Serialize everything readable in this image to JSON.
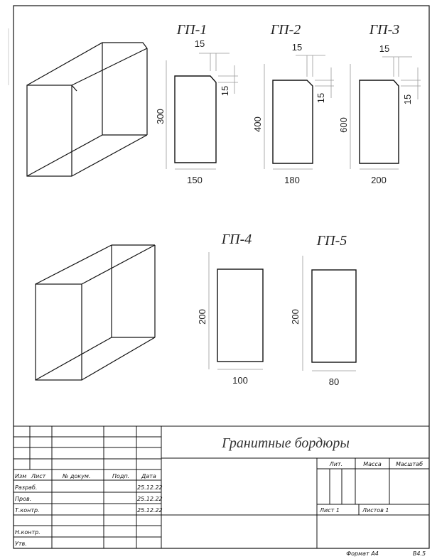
{
  "drawing": {
    "title": "Гранитные бордюры",
    "format": "Формат А4",
    "code": "В4.5"
  },
  "parts": [
    {
      "id": "gp1",
      "label": "ГП-1",
      "height": "300",
      "width": "150",
      "chamfer_h": "15",
      "chamfer_v": "15"
    },
    {
      "id": "gp2",
      "label": "ГП-2",
      "height": "400",
      "width": "180",
      "chamfer_h": "15",
      "chamfer_v": "15"
    },
    {
      "id": "gp3",
      "label": "ГП-3",
      "height": "600",
      "width": "200",
      "chamfer_h": "15",
      "chamfer_v": "15"
    },
    {
      "id": "gp4",
      "label": "ГП-4",
      "height": "200",
      "width": "100"
    },
    {
      "id": "gp5",
      "label": "ГП-5",
      "height": "200",
      "width": "80"
    }
  ],
  "title_block": {
    "headers": {
      "izm": "Изм",
      "list": "Лист",
      "doc_no": "№ докум.",
      "sign": "Подп.",
      "date": "Дата"
    },
    "rows": [
      {
        "role": "Разраб.",
        "date": "25.12.22"
      },
      {
        "role": "Пров.",
        "date": "25.12.22"
      },
      {
        "role": "Т.контр.",
        "date": "25.12.22"
      },
      {
        "role": "",
        "date": ""
      },
      {
        "role": "Н.контр.",
        "date": ""
      },
      {
        "role": "Утв.",
        "date": ""
      }
    ],
    "lit": "Лит.",
    "mass": "Масса",
    "scale": "Масштаб",
    "sheet": "Лист 1",
    "sheets": "Листов 1"
  }
}
